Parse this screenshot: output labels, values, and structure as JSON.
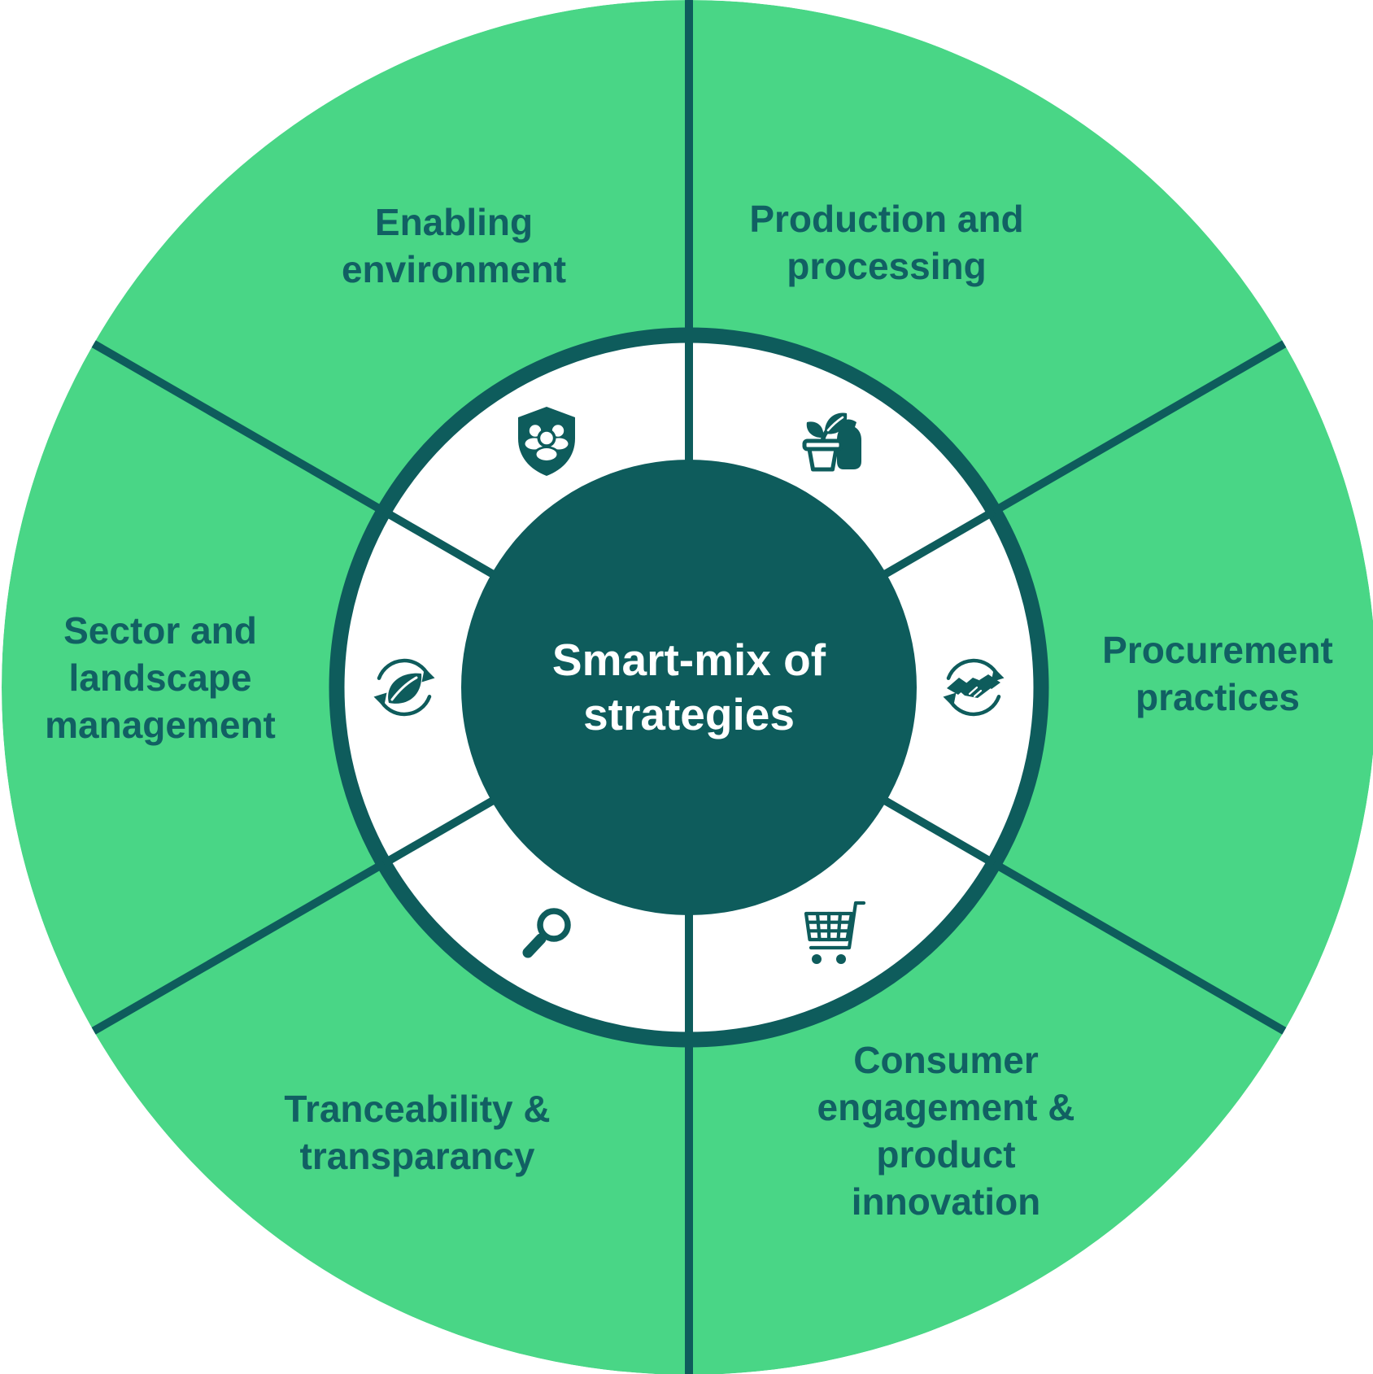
{
  "colors": {
    "segment_green": "#49D686",
    "accent_dark": "#0E5C5C",
    "label_text": "#116063",
    "ring_white": "#FFFFFF",
    "center_text_color": "#FFFFFF"
  },
  "center": {
    "label": "Smart-mix of strategies",
    "lines": [
      "Smart-mix of",
      "strategies"
    ]
  },
  "segments": [
    {
      "id": "enabling-environment",
      "position": "top-left",
      "label": "Enabling environment",
      "lines": [
        "Enabling",
        "environment"
      ],
      "icon": "community-shield-icon"
    },
    {
      "id": "production-and-processing",
      "position": "top-right",
      "label": "Production and processing",
      "lines": [
        "Production and",
        "processing"
      ],
      "icon": "potted-plant-sack-icon"
    },
    {
      "id": "procurement-practices",
      "position": "right",
      "label": "Procurement practices",
      "lines": [
        "Procurement",
        "practices"
      ],
      "icon": "handshake-cycle-icon"
    },
    {
      "id": "consumer-engagement-product-innovation",
      "position": "bottom-right",
      "label": "Consumer engagement & product innovation",
      "lines": [
        "Consumer",
        "engagement &",
        "product",
        "innovation"
      ],
      "icon": "shopping-cart-icon"
    },
    {
      "id": "tranceability-transparancy",
      "position": "bottom-left",
      "label": "Tranceability & transparancy",
      "lines": [
        "Tranceability &",
        "transparancy"
      ],
      "icon": "magnifier-icon"
    },
    {
      "id": "sector-and-landscape-management",
      "position": "left",
      "label": "Sector and landscape management",
      "lines": [
        "Sector and",
        "landscape",
        "management"
      ],
      "icon": "leaf-cycle-icon"
    }
  ]
}
